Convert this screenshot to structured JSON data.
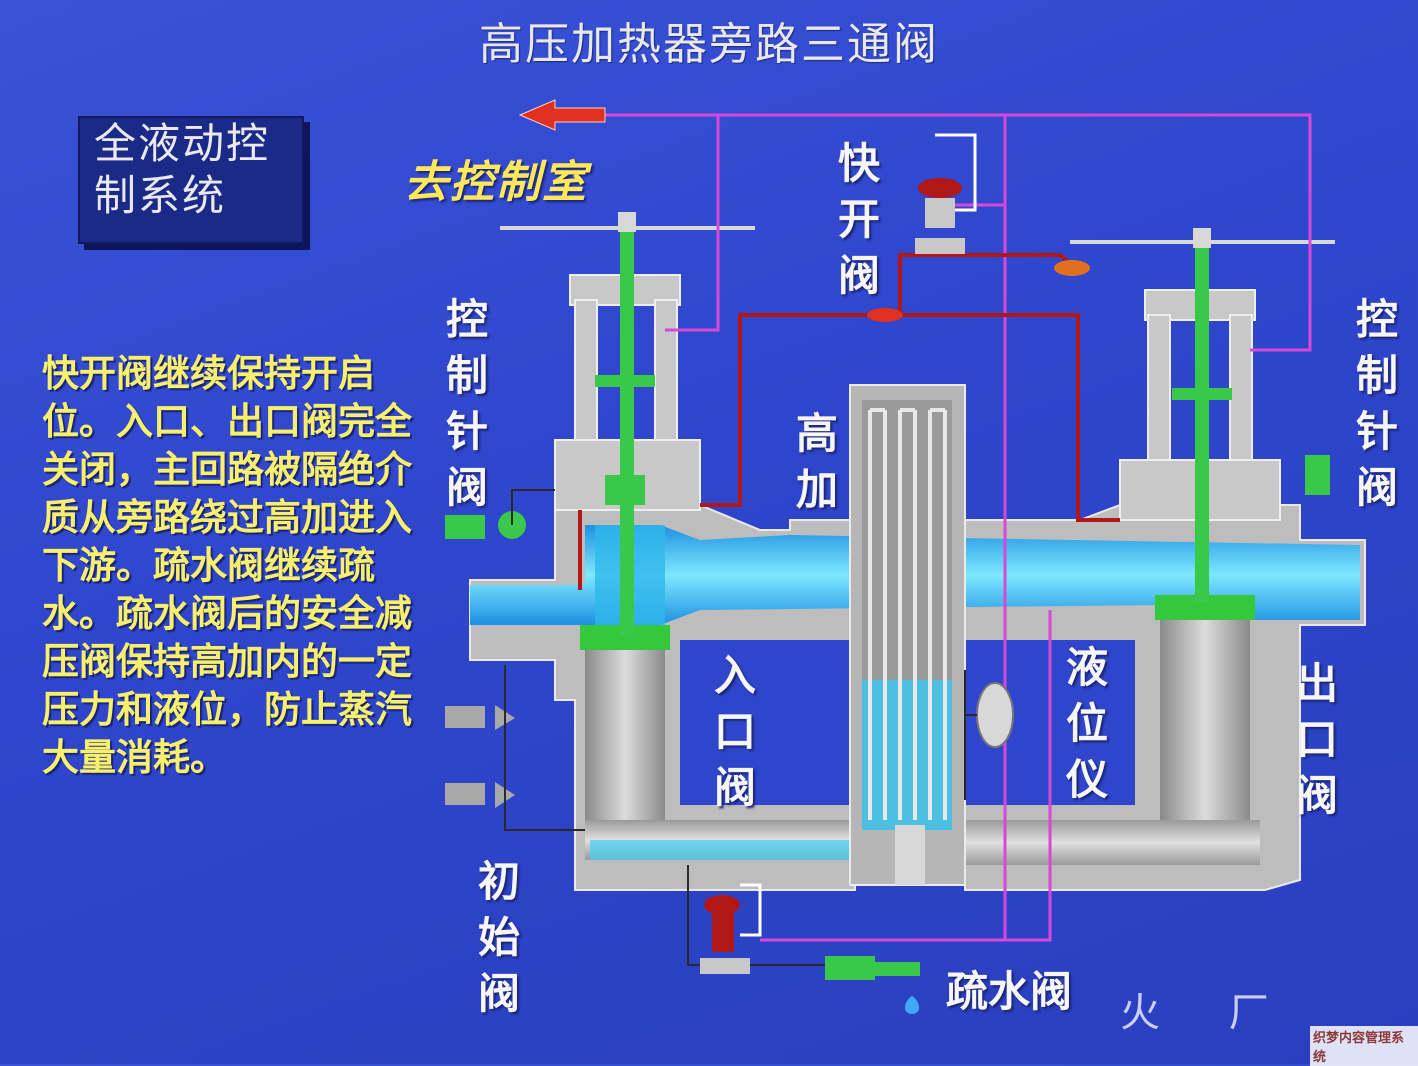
{
  "title": "高压加热器旁路三通阀",
  "system_box": {
    "line1": "全液动控",
    "line2": "制系统"
  },
  "to_control_room": "去控制室",
  "description": "快开阀继续保持开启位。入口、出口阀完全关闭，主回路被隔绝介质从旁路绕过高加进入下游。疏水阀继续疏水。疏水阀后的安全减压阀保持高加内的一定压力和液位，防止蒸汽 大量消耗。",
  "labels": {
    "left_needle_valve": "控制针阀",
    "right_needle_valve": "控制针阀",
    "quick_open_valve": "快开阀",
    "hp_heater": "高加",
    "inlet_valve": "入口阀",
    "level_gauge": "液位仪",
    "outlet_valve": "出口阀",
    "initial_valve": "初始阀",
    "drain_valve": "疏水阀",
    "footer_faded": "火 厂"
  },
  "watermark": "织梦内容管理系统",
  "colors": {
    "background": "#3048cc",
    "water": "#22c8f0",
    "body_gray": "#b4b4b4",
    "stem_green": "#39c84a",
    "signal_magenta": "#d848d8",
    "hydraulic_red": "#b01818",
    "label_yellow": "#f7ef6e"
  }
}
